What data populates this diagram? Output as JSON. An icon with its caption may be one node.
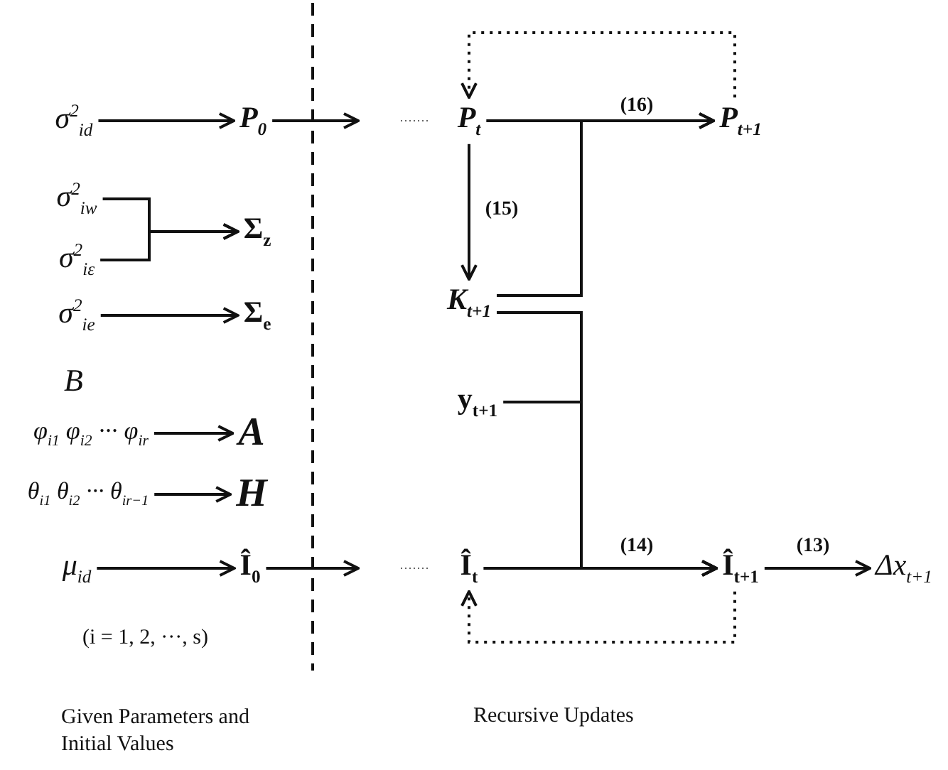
{
  "diagram": {
    "nodes": [
      {
        "text": [
          "σ$^{2}$$_{id}$"
        ]
      },
      {
        "text": [
          "P$_{0}$"
        ]
      },
      {
        "text": [
          "P$_{t}$"
        ]
      },
      {
        "text": [
          "P$_{t+1}$"
        ]
      },
      {
        "text": [
          "σ$^{2}$$_{iw}$"
        ]
      },
      {
        "text": [
          "Σ$_{z}$"
        ]
      },
      {
        "text": [
          "σ$^{2}$$_{iε}$"
        ]
      },
      {
        "text": [
          "K$_{t+1}$"
        ]
      },
      {
        "text": [
          "σ$^{2}$$_{ie}$"
        ]
      },
      {
        "text": [
          "Σ$_{e}$"
        ]
      },
      {
        "text": [
          "y$_{t+1}$"
        ]
      },
      {
        "text": [
          "φ$_{i1}$ φ$_{i2}$ ··· φ$_{ir}$"
        ]
      },
      {
        "text": [
          "A"
        ]
      },
      {
        "text": [
          "θ$_{i1}$ θ$_{i2}$ ··· θ$_{ir−1}$"
        ]
      },
      {
        "text": [
          "H"
        ]
      },
      {
        "text": [
          "μ$_{id}$"
        ]
      },
      {
        "text": [
          "Î$_{0}$"
        ]
      },
      {
        "text": [
          "Î$_{t}$"
        ]
      },
      {
        "text": [
          "Î$_{t+1}$"
        ]
      },
      {
        "text": [
          "Δx$_{t+1}$"
        ]
      }
    ],
    "edges": [
      {
        "from": 0,
        "to": 1,
        "arrow": "to"
      },
      {
        "from": 1,
        "to": null,
        "arrow": "to"
      },
      {
        "from": 4,
        "to": 5,
        "arrow": "to"
      },
      {
        "from": 6,
        "to": 5,
        "arrow": "to"
      },
      {
        "from": 8,
        "to": 9,
        "arrow": "to"
      },
      {
        "from": 11,
        "to": 12,
        "arrow": "to"
      },
      {
        "from": 13,
        "to": 14,
        "arrow": "to"
      },
      {
        "from": 15,
        "to": 16,
        "arrow": "to"
      },
      {
        "from": 16,
        "to": null,
        "arrow": "to"
      },
      {
        "from": 2,
        "to": 3,
        "arrow": "to",
        "label": "(16)"
      },
      {
        "from": 2,
        "to": 7,
        "arrow": "to",
        "label": "(15)"
      },
      {
        "from": 7,
        "to": 3,
        "arrow": "to"
      },
      {
        "from": 7,
        "to": 18,
        "arrow": "to"
      },
      {
        "from": 10,
        "to": 18,
        "arrow": "to"
      },
      {
        "from": 17,
        "to": 18,
        "arrow": "to",
        "label": "(14)"
      },
      {
        "from": 18,
        "to": 19,
        "arrow": "to",
        "label": "(13)"
      },
      {
        "from": 3,
        "to": 2,
        "arrow": "to",
        "style": "dashed"
      },
      {
        "from": 18,
        "to": 17,
        "arrow": "to",
        "style": "dashed"
      }
    ],
    "labels": [
      "B",
      "(i = 1, 2, ···, s)",
      "Given Parameters and Initial Values",
      "Recursive Updates"
    ]
  }
}
